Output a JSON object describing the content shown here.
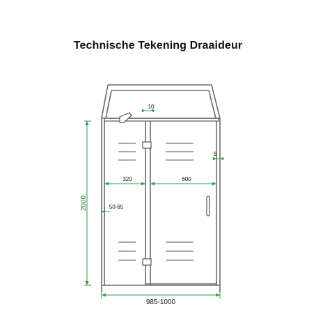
{
  "title": "Technische Tekening Draaideur",
  "dimensions": {
    "overall_height": "2000",
    "overall_width": "985-1000",
    "fixed_panel_width": "320",
    "door_width": "600",
    "adjustment_range": "50-65",
    "panel_gap": "10",
    "side_gap": "5"
  },
  "colors": {
    "outline": "#6b6b6b",
    "dimension": "#2e9e4a",
    "text": "#111111"
  }
}
